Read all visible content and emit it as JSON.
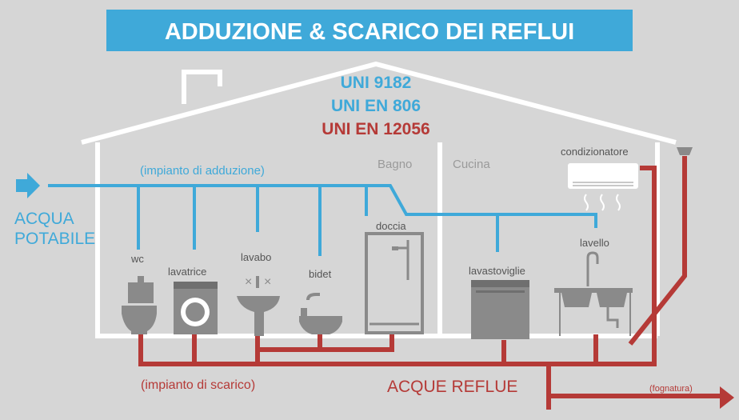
{
  "title": "ADDUZIONE & SCARICO DEI REFLUI",
  "standards": [
    "UNI 9182",
    "UNI EN 806",
    "UNI EN 12056"
  ],
  "rooms": {
    "bathroom": "Bagno",
    "kitchen": "Cucina"
  },
  "supply_label": "(impianto di adduzione)",
  "drain_label": "(impianto di scarico)",
  "water_in_line1": "ACQUA",
  "water_in_line2": "POTABILE",
  "waste_label": "ACQUE REFLUE",
  "sewer_label": "(fognatura)",
  "fixtures": {
    "wc": "wc",
    "washer": "lavatrice",
    "washbasin": "lavabo",
    "bidet": "bidet",
    "shower": "doccia",
    "dishwasher": "lavastoviglie",
    "sink": "lavello",
    "aircon": "condizionatore"
  },
  "colors": {
    "background": "#d6d6d6",
    "title_bar": "#3fa9d9",
    "supply_blue": "#3fa9d9",
    "drain_red": "#b53a37",
    "house_outline": "#ffffff",
    "fixture_gray": "#8a8a8a"
  }
}
